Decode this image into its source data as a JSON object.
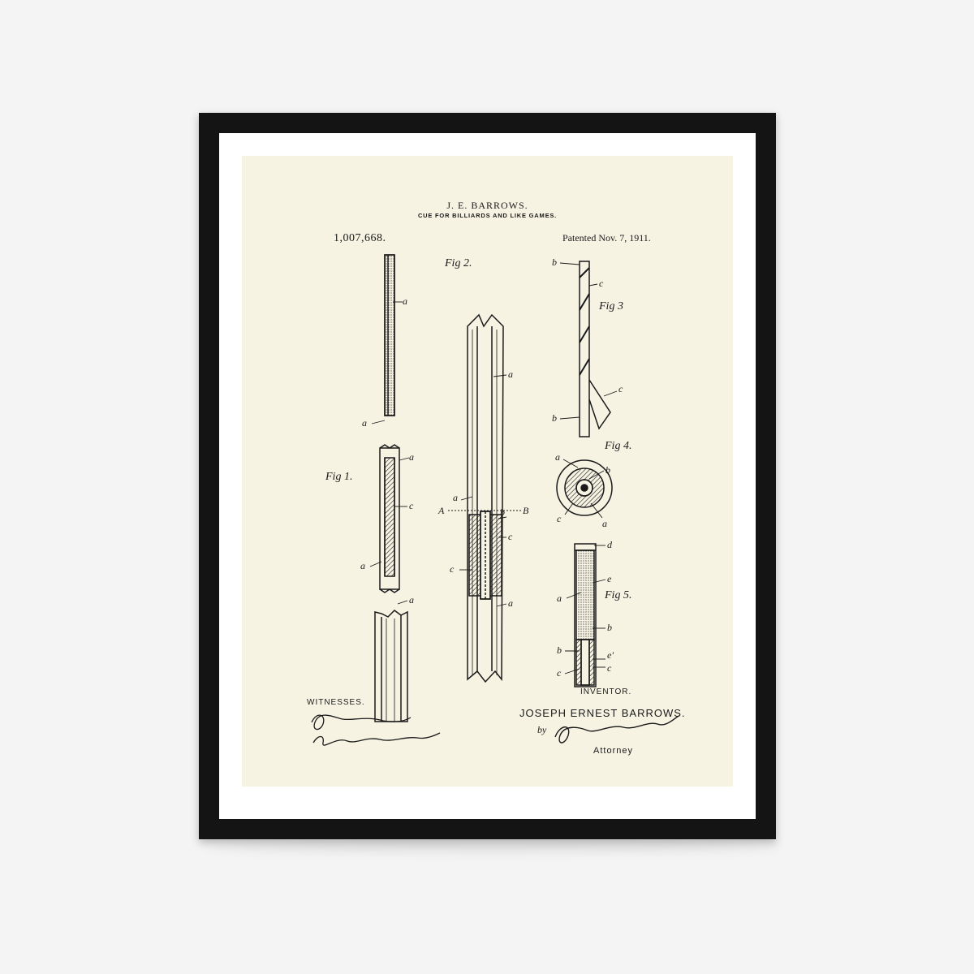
{
  "patent": {
    "inventor_short": "J. E. BARROWS.",
    "title": "CUE FOR BILLIARDS AND LIKE GAMES.",
    "number": "1,007,668.",
    "date": "Patented Nov. 7, 1911."
  },
  "figures": {
    "fig1": "Fig 1.",
    "fig2": "Fig 2.",
    "fig3": "Fig 3",
    "fig4": "Fig 4.",
    "fig5": "Fig 5."
  },
  "labels": {
    "a": "a",
    "b": "b",
    "c": "c",
    "d": "d",
    "e": "e",
    "e1": "e'",
    "A": "A",
    "B": "B"
  },
  "footer": {
    "witnesses_label": "WITNESSES.",
    "inventor_label": "INVENTOR.",
    "inventor_name": "JOSEPH ERNEST BARROWS.",
    "by": "by",
    "attorney_label": "Attorney"
  },
  "colors": {
    "frame": "#141414",
    "mat": "#ffffff",
    "paper": "#f6f3e3",
    "ink": "#1a1a1a"
  }
}
